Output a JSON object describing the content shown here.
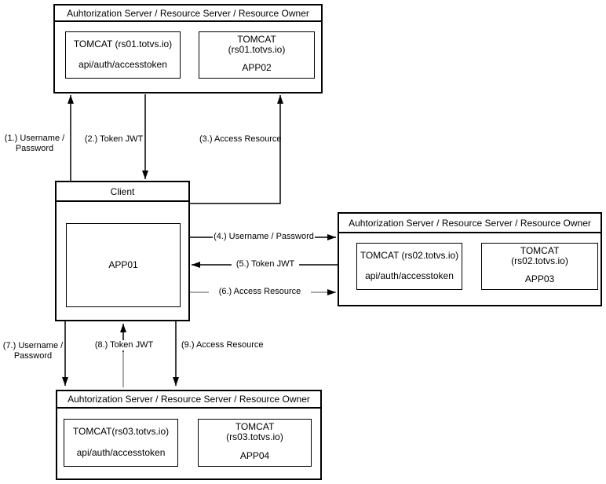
{
  "colors": {
    "edge": "#000000",
    "edge-gray": "#8c8c8c",
    "text": "#000000",
    "node-bg": "#ffffff"
  },
  "client": {
    "title": "Client",
    "app_name": "APP01"
  },
  "top_group": {
    "title": "Auhtorization Server / Resource Server / Resource Owner",
    "auth_server": {
      "name": "TOMCAT (rs01.totvs.io)",
      "endpoint": "api/auth/accesstoken"
    },
    "app_server": {
      "name": "TOMCAT",
      "host": "(rs01.totvs.io)",
      "app_name": "APP02"
    }
  },
  "right_group": {
    "title": "Auhtorization Server / Resource Server / Resource Owner",
    "auth_server": {
      "name": "TOMCAT (rs02.totvs.io)",
      "endpoint": "api/auth/accesstoken"
    },
    "app_server": {
      "name": "TOMCAT",
      "host": "(rs02.totvs.io)",
      "app_name": "APP03"
    }
  },
  "bottom_group": {
    "title": "Auhtorization Server / Resource Server / Resource Owner",
    "auth_server": {
      "name": "TOMCAT(rs03.totvs.io)",
      "endpoint": "api/auth/accesstoken"
    },
    "app_server": {
      "name": "TOMCAT",
      "host": "(rs03.totvs.io)",
      "app_name": "APP04"
    }
  },
  "edges": {
    "e1": {
      "label_line1": "(1.) Username /",
      "label_line2": "Password"
    },
    "e2": {
      "label": "(2.) Token JWT"
    },
    "e3": {
      "label": "(3.) Access Resource"
    },
    "e4": {
      "label": "(4.) Username / Password"
    },
    "e5": {
      "label": "(5.) Token JWT"
    },
    "e6": {
      "label": "(6.) Access Resource"
    },
    "e7": {
      "label_line1": "(7.) Username /",
      "label_line2": "Password"
    },
    "e8": {
      "label": "(8.) Token JWT"
    },
    "e9": {
      "label": "(9.) Access Resource"
    }
  }
}
